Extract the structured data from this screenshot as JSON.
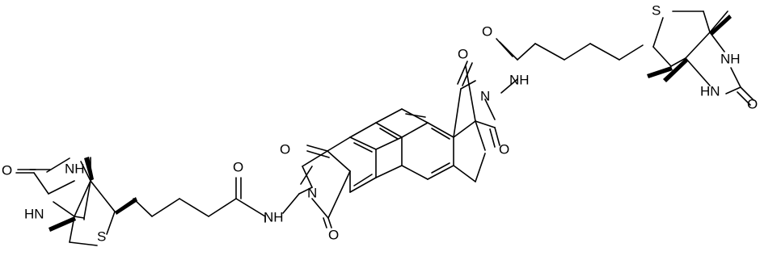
{
  "molecule": {
    "atom_labels": {
      "O": "O",
      "N": "N",
      "NH": "NH",
      "HN": "HN",
      "S": "S"
    }
  }
}
